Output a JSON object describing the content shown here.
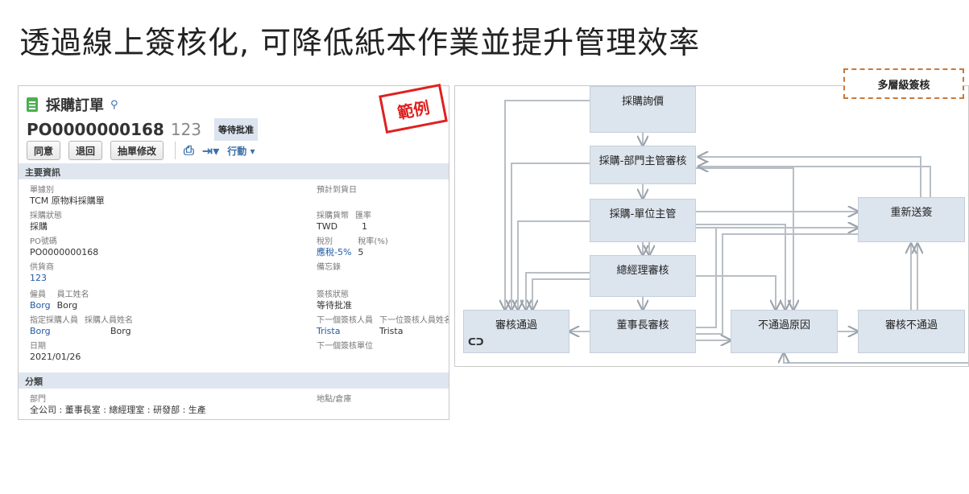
{
  "slide_title": "透過線上簽核化, 可降低紙本作業並提升管理效率",
  "record": {
    "title": "採購訂單",
    "po_number": "PO0000000168",
    "vendor_code": "123",
    "status": "等待批准",
    "buttons": [
      "同意",
      "退回",
      "抽單修改"
    ],
    "actions_label": "行動 ▾",
    "section_main": "主要資訊",
    "section_class": "分類",
    "fields": {
      "form_type": {
        "label": "單據別",
        "value": "TCM 原物料採購單"
      },
      "purchase_status": {
        "label": "採購狀態",
        "value": "採購"
      },
      "po_no": {
        "label": "PO號碼",
        "value": "PO0000000168"
      },
      "supplier": {
        "label": "供貨商",
        "value": "123"
      },
      "employee": {
        "label": "僱員",
        "value": "Borg"
      },
      "employee_name": {
        "label": "員工姓名",
        "value": "Borg"
      },
      "buyer": {
        "label": "指定採購人員",
        "value": "Borg"
      },
      "buyer_name": {
        "label": "採購人員姓名",
        "value": "Borg"
      },
      "date": {
        "label": "日期",
        "value": "2021/01/26"
      },
      "expected_date": {
        "label": "預計到貨日",
        "value": ""
      },
      "currency": {
        "label": "採購貨幣",
        "value": "TWD"
      },
      "exchange_rate": {
        "label": "匯率",
        "value": "1"
      },
      "tax_type": {
        "label": "稅別",
        "value": "應稅-5%"
      },
      "tax_rate": {
        "label": "稅率(%)",
        "value": "5"
      },
      "memo": {
        "label": "備忘錄",
        "value": ""
      },
      "approval_status": {
        "label": "簽核狀態",
        "value": "等待批准"
      },
      "next_approver": {
        "label": "下一個簽核人員",
        "value": "Trista"
      },
      "next_approver_name": {
        "label": "下一位簽核人員姓名",
        "value": "Trista"
      },
      "next_unit": {
        "label": "下一個簽核單位",
        "value": ""
      },
      "department": {
        "label": "部門",
        "value": "全公司 : 董事長室 : 總經理室 : 研發部 : 生產"
      },
      "location": {
        "label": "地點/倉庫",
        "value": ""
      }
    }
  },
  "stamp_text": "範例",
  "multi_level_label": "多層級簽核",
  "flow_nodes": {
    "inquiry": "採購詢價",
    "dept_head": "採購-部門主管審核",
    "unit_head": "採購-單位主管",
    "gm_review": "總經理審核",
    "chairman": "董事長審核",
    "approved": "審核通過",
    "reject_reason": "不通過原因",
    "rejected": "審核不通過",
    "resend": "重新送簽"
  },
  "loop_icon": "ᑕᑐ",
  "colors": {
    "node_fill": "#dce4ed",
    "arrow": "#b8bec5",
    "section_bar": "#dfe6ef",
    "link": "#1f5aa6",
    "stamp": "#e02020",
    "badge_border": "#c8783a"
  }
}
